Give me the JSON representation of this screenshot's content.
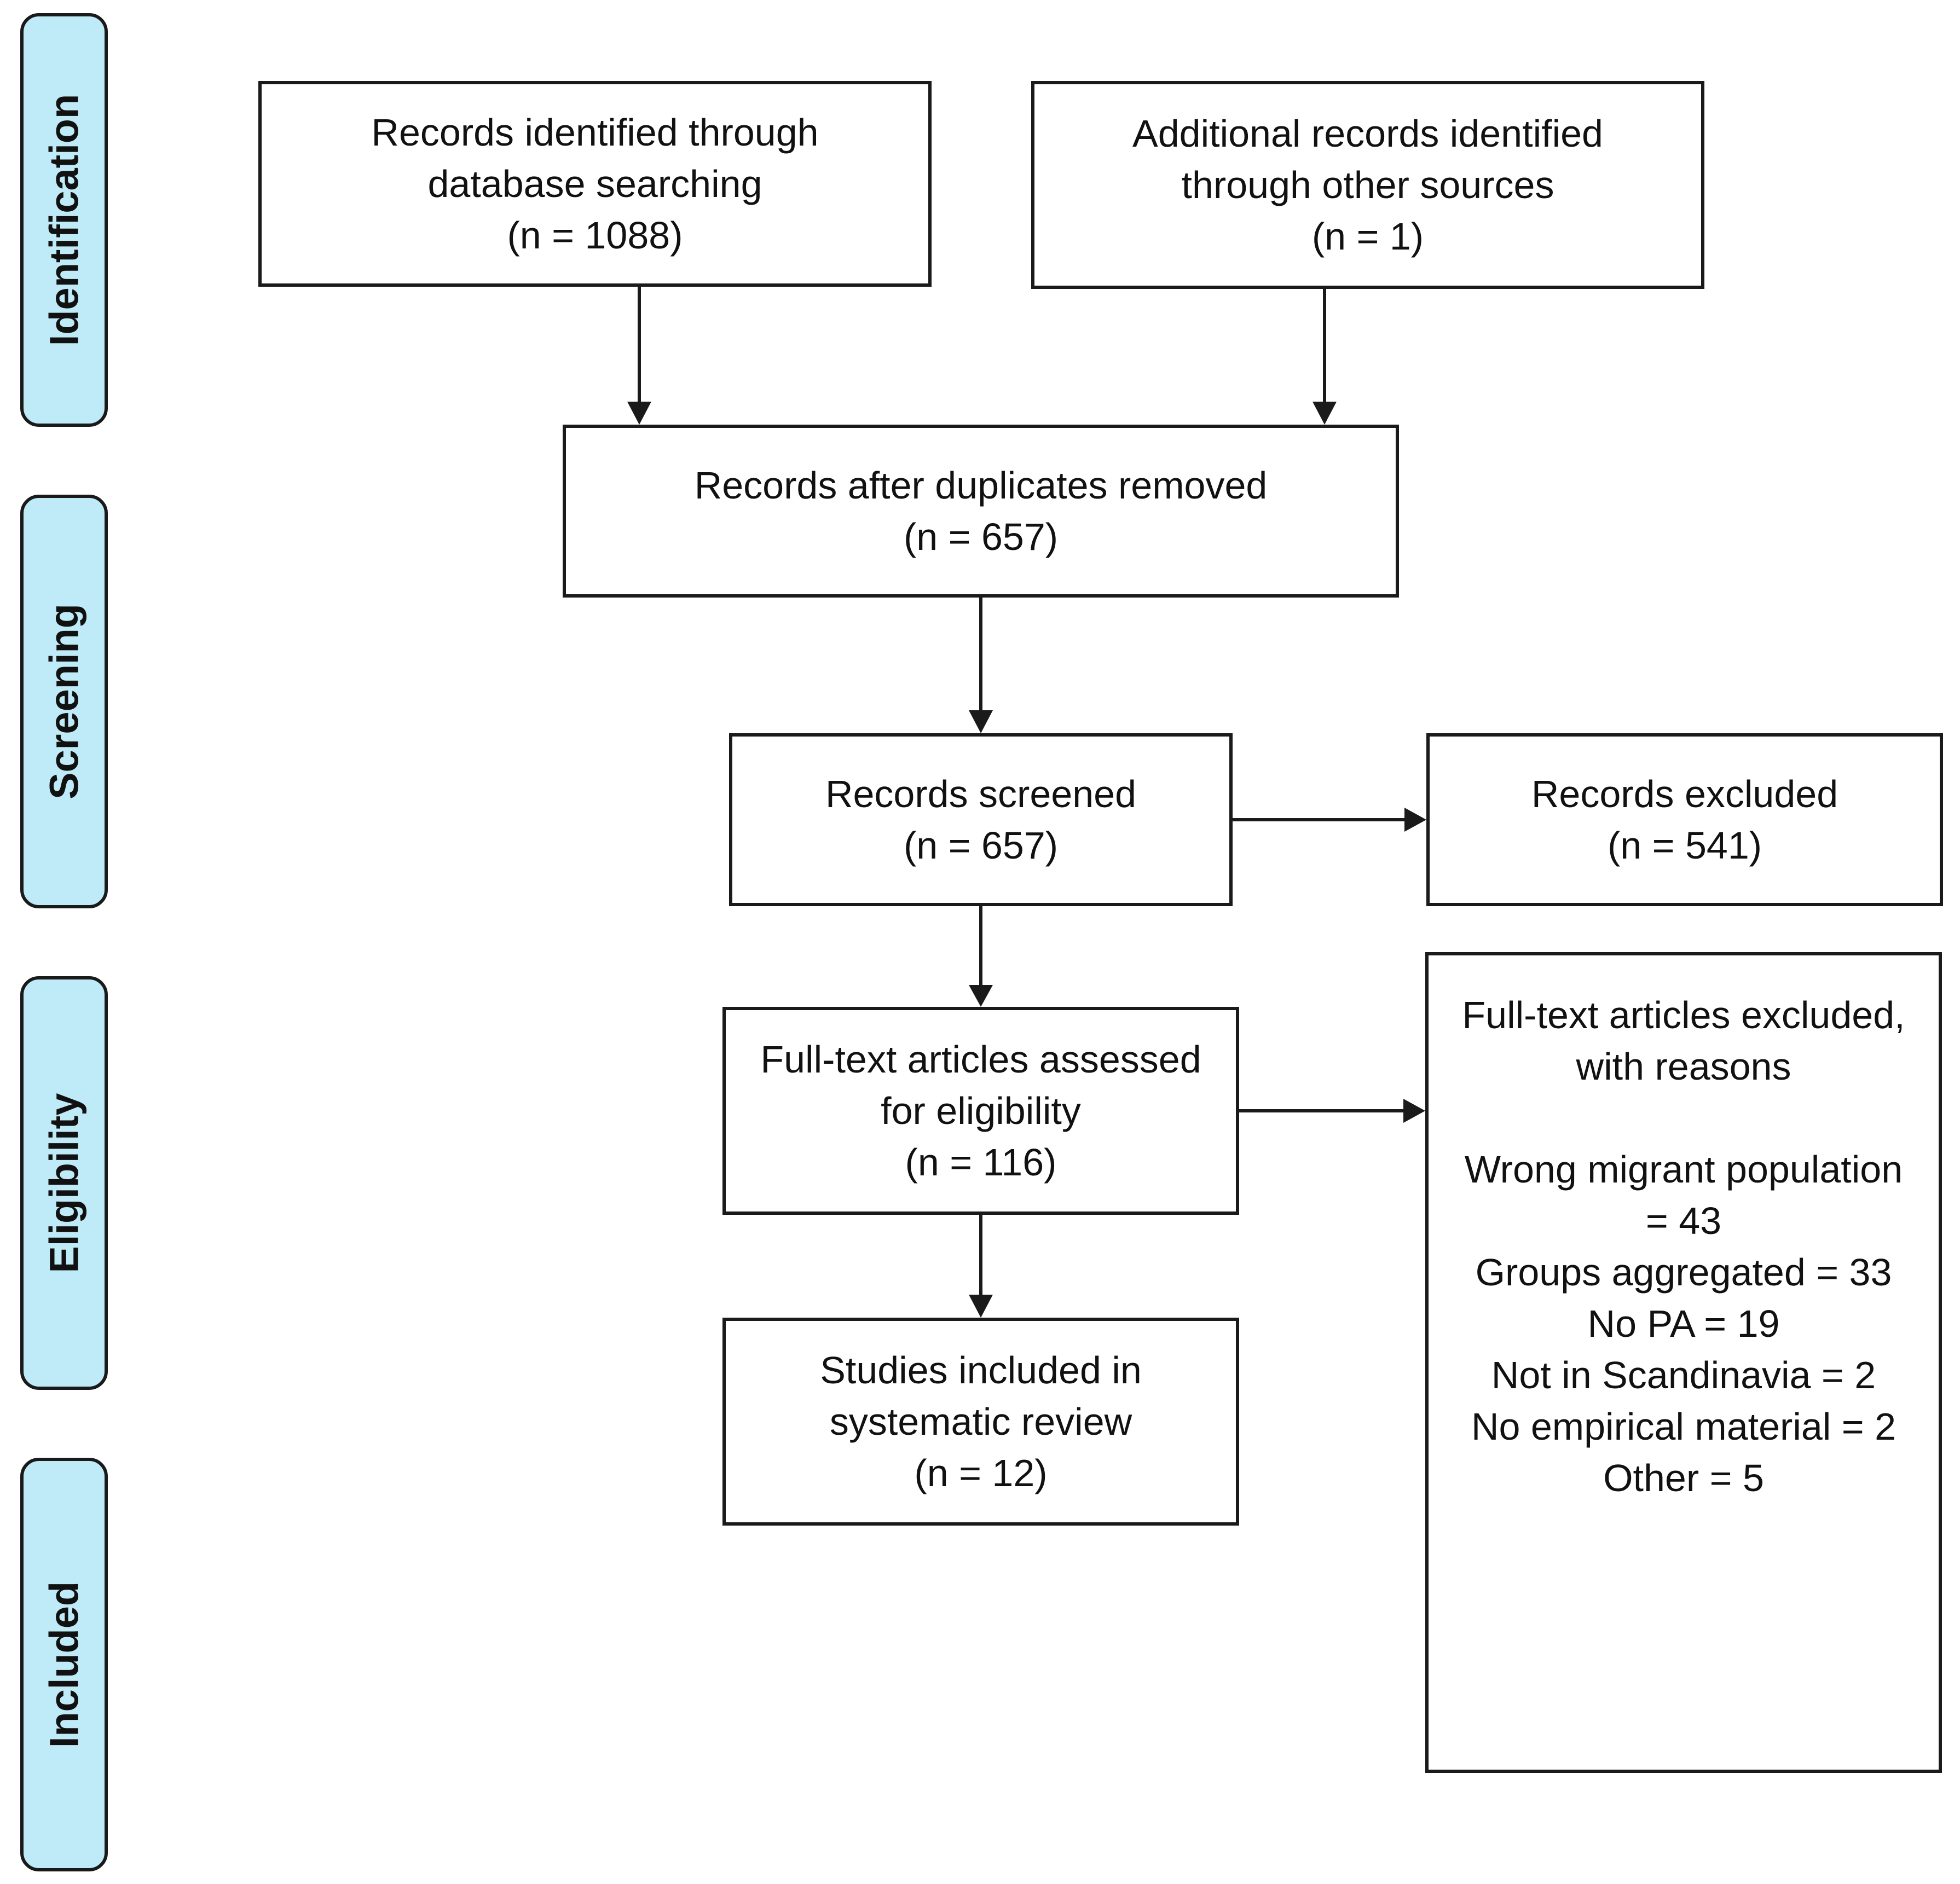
{
  "phases": {
    "identification": "Identification",
    "screening": "Screening",
    "eligibility": "Eligibility",
    "included": "Included"
  },
  "boxes": {
    "records_identified": {
      "line1": "Records identified through",
      "line2": "database searching",
      "line3": "(n = 1088)"
    },
    "additional_records": {
      "line1": "Additional records identified",
      "line2": "through other sources",
      "line3": "(n =  1)"
    },
    "duplicates_removed": {
      "line1": "Records after duplicates removed",
      "line2": "(n = 657)"
    },
    "records_screened": {
      "line1": "Records screened",
      "line2": "(n = 657)"
    },
    "records_excluded": {
      "line1": "Records excluded",
      "line2": "(n = 541)"
    },
    "fulltext_assessed": {
      "line1": "Full-text articles assessed",
      "line2": "for eligibility",
      "line3": "(n = 116)"
    },
    "studies_included": {
      "line1": "Studies included in",
      "line2": "systematic review",
      "line3": "(n = 12)"
    },
    "fulltext_excluded": {
      "heading1": "Full-text articles excluded,",
      "heading2": "with reasons",
      "reasons": [
        "Wrong migrant population",
        "= 43",
        "Groups aggregated = 33",
        "No PA = 19",
        "Not in Scandinavia = 2",
        "No empirical material = 2",
        "Other = 5"
      ]
    }
  },
  "colors": {
    "phase_fill": "#bfeaf8",
    "stroke": "#1a1a1a",
    "box_fill": "#ffffff"
  }
}
